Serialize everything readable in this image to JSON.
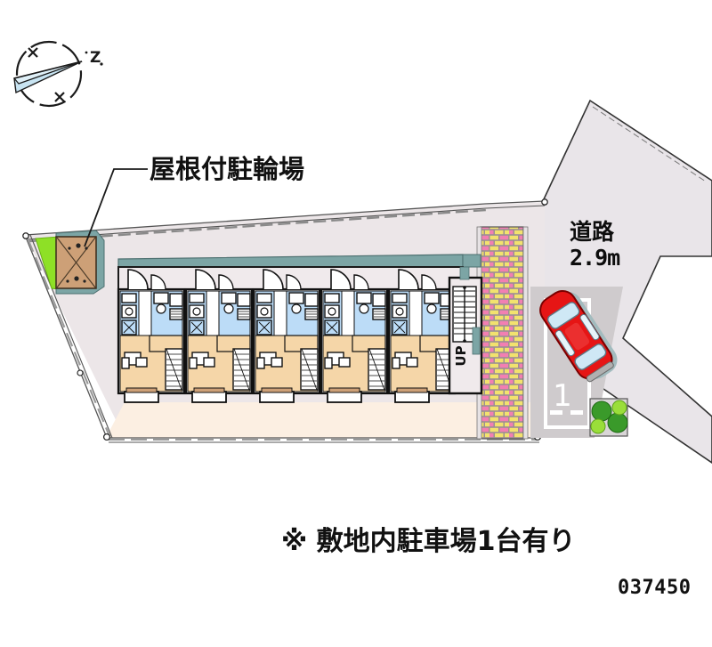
{
  "document": {
    "type": "property-site-plan",
    "id_code": "037450"
  },
  "compass": {
    "icon": "compass-rose-icon",
    "label": "Z",
    "direction": "northeast"
  },
  "annotations": {
    "bicycle_parking_label": "屋根付駐輪場",
    "road_label_line1": "道路",
    "road_label_line2": "2.9m",
    "parking_note": "※ 敷地内駐車場1台有り"
  },
  "site": {
    "parking_space_number": "1",
    "stairs_label": "UP",
    "building": {
      "unit_count": 5,
      "units": [
        {
          "index": 1
        },
        {
          "index": 2
        },
        {
          "index": 3
        },
        {
          "index": 4
        },
        {
          "index": 5
        }
      ]
    }
  },
  "colors": {
    "ground": "#ece6e8",
    "front_yard": "#fcefe2",
    "road": "#e8e4e8",
    "roof": "#7ca5a5",
    "unit_wet": "#bcdcf7",
    "unit_living": "#f5d6a8",
    "bike_shed": "#cda077",
    "grass": "#8ce02a",
    "brick_yellow": "#f0e06a",
    "brick_pink": "#f07ab0",
    "car_red": "#e81414",
    "shrub_green": "#3a9a2a",
    "parking_pad": "#c8c8c8",
    "outline": "#1a1a1a"
  }
}
